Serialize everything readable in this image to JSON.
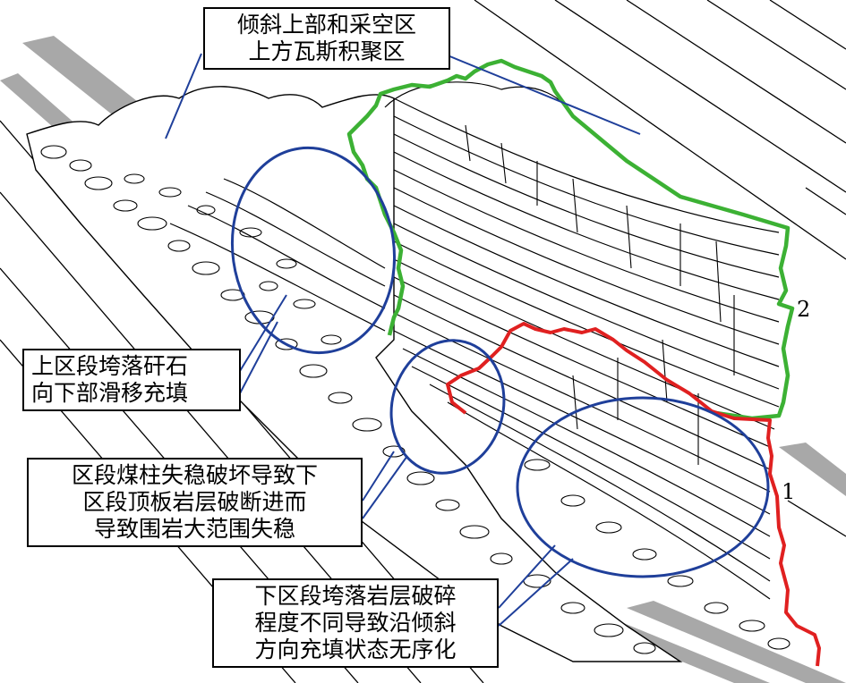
{
  "callouts": {
    "upper_gas": {
      "lines": [
        "倾斜上部和采空区",
        "上方瓦斯积聚区"
      ]
    },
    "upper_slide": {
      "lines": [
        "上区段垮落矸石",
        "向下部滑移充填"
      ]
    },
    "pillar_failure": {
      "lines": [
        "区段煤柱失稳破坏导致下",
        "区段顶板岩层破断进而",
        "导致围岩大范围失稳"
      ]
    },
    "lower_disorder": {
      "lines": [
        "下区段垮落岩层破碎",
        "程度不同导致沿倾斜",
        "方向充填状态无序化"
      ]
    }
  },
  "markers": {
    "red_line": "1",
    "green_line": "2"
  },
  "colors": {
    "green_boundary": "#3cb134",
    "red_boundary": "#e02020",
    "ellipse": "#1f3f9a",
    "coal_seam": "#a8a8a8",
    "ink": "#000000"
  }
}
